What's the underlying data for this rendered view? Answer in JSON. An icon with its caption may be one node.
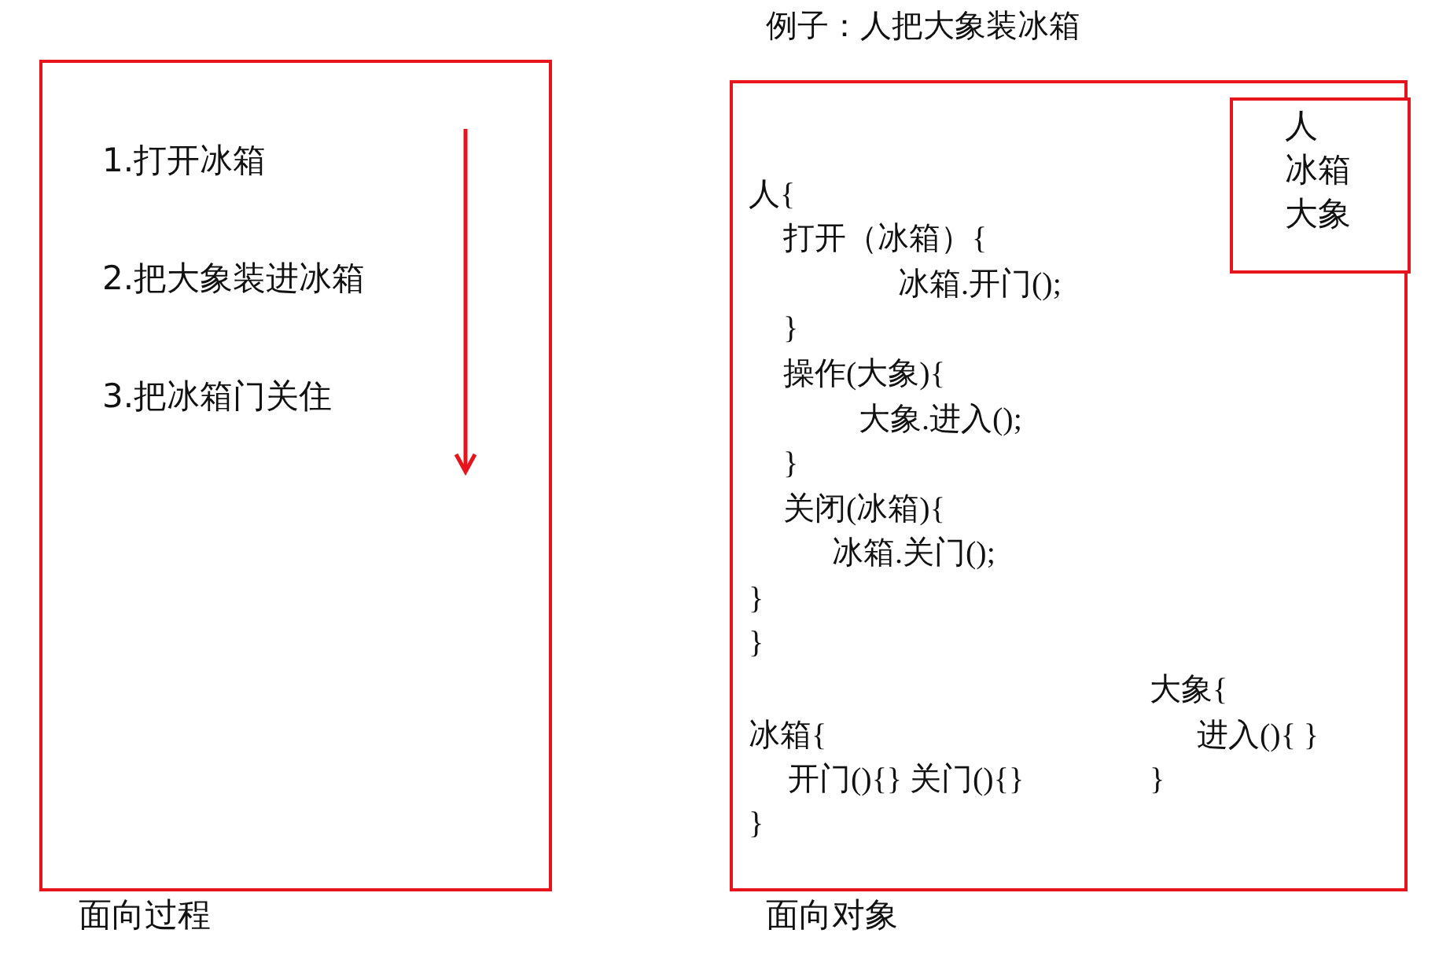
{
  "diagram": {
    "title": "例子：人把大象装冰箱",
    "nodes": [
      {
        "text": [
          "1.打开冰箱",
          "2.把大象装进冰箱",
          "3.把冰箱门关住"
        ],
        "beside": [
          "面向过程"
        ]
      },
      {
        "text": [
          "人{",
          "打开（冰箱）{",
          "冰箱.开门();",
          "}",
          "操作(大象){",
          "大象.进入();",
          "}",
          "关闭(冰箱){",
          "冰箱.关门();",
          "}",
          "}",
          "大象{",
          "冰箱{",
          "进入(){ }",
          "开门(){} 关门(){}",
          "}",
          "}"
        ],
        "beside": [
          "面向对象"
        ]
      },
      {
        "text": [
          "人",
          "冰箱",
          "大象"
        ],
        "in": 1
      }
    ],
    "edges": []
  }
}
